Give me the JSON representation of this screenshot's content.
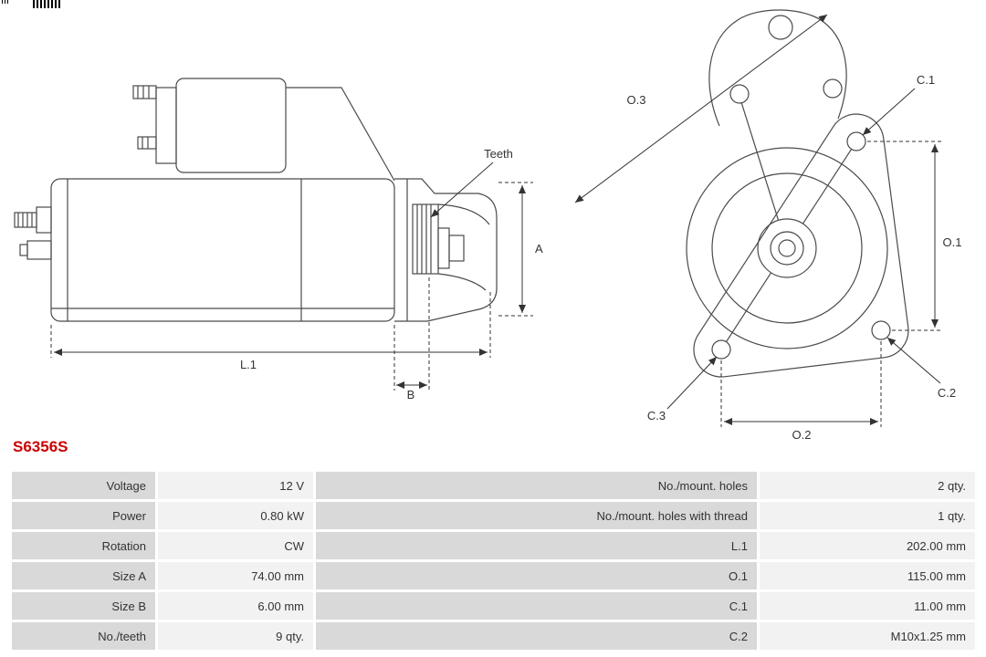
{
  "part_number": "S6356S",
  "colors": {
    "part_number_accent": "#cc0000",
    "table_label_bg": "#d9d9d9",
    "table_value_bg": "#f2f2f2"
  },
  "icons": {
    "barcode": "barcode"
  },
  "diagram": {
    "side_view_labels": {
      "teeth": "Teeth",
      "a": "A",
      "b": "B",
      "l1": "L.1"
    },
    "front_view_labels": {
      "o1": "O.1",
      "o2": "O.2",
      "o3": "O.3",
      "c1": "C.1",
      "c2": "C.2",
      "c3": "C.3"
    }
  },
  "spec_table": {
    "rows": [
      {
        "l_label": "Voltage",
        "l_value": "12 V",
        "r_label": "No./mount. holes",
        "r_value": "2 qty."
      },
      {
        "l_label": "Power",
        "l_value": "0.80 kW",
        "r_label": "No./mount. holes with thread",
        "r_value": "1 qty."
      },
      {
        "l_label": "Rotation",
        "l_value": "CW",
        "r_label": "L.1",
        "r_value": "202.00 mm"
      },
      {
        "l_label": "Size A",
        "l_value": "74.00 mm",
        "r_label": "O.1",
        "r_value": "115.00 mm"
      },
      {
        "l_label": "Size B",
        "l_value": "6.00 mm",
        "r_label": "C.1",
        "r_value": "11.00 mm"
      },
      {
        "l_label": "No./teeth",
        "l_value": "9 qty.",
        "r_label": "C.2",
        "r_value": "M10x1.25 mm"
      }
    ]
  }
}
